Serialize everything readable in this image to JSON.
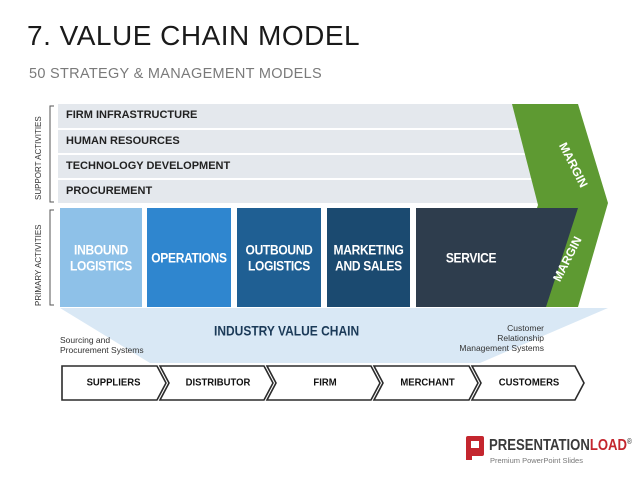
{
  "header": {
    "title": "7. VALUE CHAIN MODEL",
    "subtitle": "50 STRATEGY & MANAGEMENT MODELS"
  },
  "support": {
    "side_label": "SUPPORT ACTIVITIES",
    "items": [
      "FIRM INFRASTRUCTURE",
      "HUMAN RESOURCES",
      "TECHNOLOGY DEVELOPMENT",
      "PROCUREMENT"
    ]
  },
  "primary": {
    "side_label": "PRIMARY ACTIVITIES",
    "items": [
      "INBOUND\nLOGISTICS",
      "OPERATIONS",
      "OUTBOUND\nLOGISTICS",
      "MARKETING\nAND SALES",
      "SERVICE"
    ]
  },
  "margin": {
    "top_label": "MARGIN",
    "bottom_label": "MARGIN"
  },
  "industry": {
    "title": "INDUSTRY VALUE CHAIN",
    "left_note": "Sourcing and\nProcurement Systems",
    "right_note": "Customer\nRelationship\nManagement Systems",
    "chain": [
      "SUPPLIERS",
      "DISTRIBUTOR",
      "FIRM",
      "MERCHANT",
      "CUSTOMERS"
    ]
  },
  "brand": {
    "name_a": "PRESENTATION",
    "name_b": "LOAD",
    "reg": "®",
    "tagline": "Premium PowerPoint Slides"
  },
  "colors": {
    "green": "#5e9a32",
    "act1": "#8ec1e8",
    "act2": "#2f86cf",
    "act3": "#1f5f93",
    "act4": "#1b4a70",
    "act5": "#2e3d4d",
    "support_bar": "#e4e8ed",
    "funnel": "#d9e8f5",
    "brand_red": "#c4262e"
  }
}
